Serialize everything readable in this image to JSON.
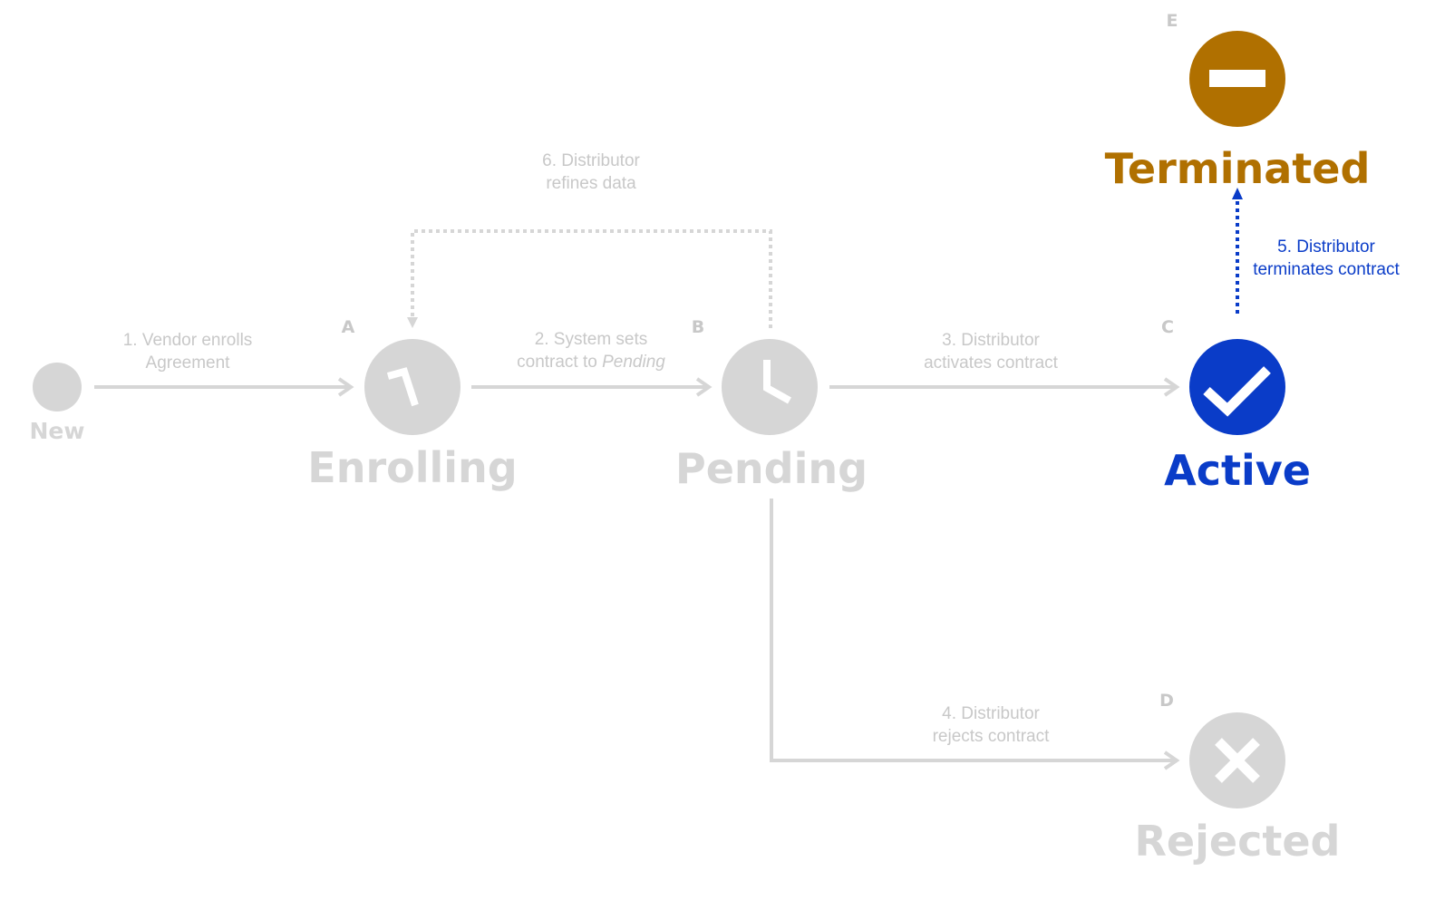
{
  "colors": {
    "inactive": "#d6d6d6",
    "inactive_text": "#c8c8c8",
    "active": "#0a3cc8",
    "terminated": "#b07000"
  },
  "states": {
    "new": {
      "label": "New",
      "icon": "dot-icon"
    },
    "enrolling": {
      "letter": "A",
      "label": "Enrolling",
      "icon": "clock-enrolling-icon"
    },
    "pending": {
      "letter": "B",
      "label": "Pending",
      "icon": "clock-pending-icon"
    },
    "active": {
      "letter": "C",
      "label": "Active",
      "icon": "checkmark-icon"
    },
    "rejected": {
      "letter": "D",
      "label": "Rejected",
      "icon": "x-icon"
    },
    "terminated": {
      "letter": "E",
      "label": "Terminated",
      "icon": "minus-icon"
    }
  },
  "transitions": {
    "t1": {
      "line1": "1. Vendor enrolls",
      "line2": "Agreement"
    },
    "t2": {
      "line1": "2. System sets",
      "line2_prefix": "contract to ",
      "line2_italic": "Pending"
    },
    "t3": {
      "line1": "3. Distributor",
      "line2": "activates contract"
    },
    "t4": {
      "line1": "4. Distributor",
      "line2": "rejects contract"
    },
    "t5": {
      "line1": "5. Distributor",
      "line2": "terminates contract"
    },
    "t6": {
      "line1": "6. Distributor",
      "line2": "refines data"
    }
  }
}
